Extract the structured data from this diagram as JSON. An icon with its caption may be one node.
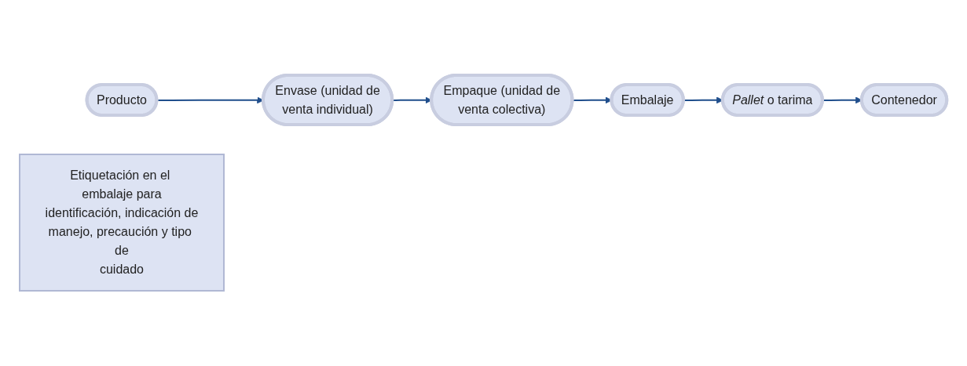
{
  "diagram": {
    "nodes": [
      {
        "text": [
          "Producto"
        ]
      },
      {
        "text": [
          "Envase (unidad de venta individual)"
        ]
      },
      {
        "text": [
          "Empaque (unidad de venta colectiva)"
        ]
      },
      {
        "text": [
          "Embalaje"
        ]
      },
      {
        "text": [
          "*Pallet* o tarima"
        ]
      },
      {
        "text": [
          "Contenedor"
        ]
      },
      {
        "text": [
          "Etiquetación en el embalaje para identificación, indicación de manejo, precaución y tipo de cuidado"
        ]
      }
    ],
    "edges": [
      {
        "from": 0,
        "to": 1,
        "arrow": "to"
      },
      {
        "from": 1,
        "to": 2,
        "arrow": "to"
      },
      {
        "from": 2,
        "to": 3,
        "arrow": "to"
      },
      {
        "from": 3,
        "to": 4,
        "arrow": "to"
      },
      {
        "from": 4,
        "to": 5,
        "arrow": "to"
      }
    ]
  }
}
